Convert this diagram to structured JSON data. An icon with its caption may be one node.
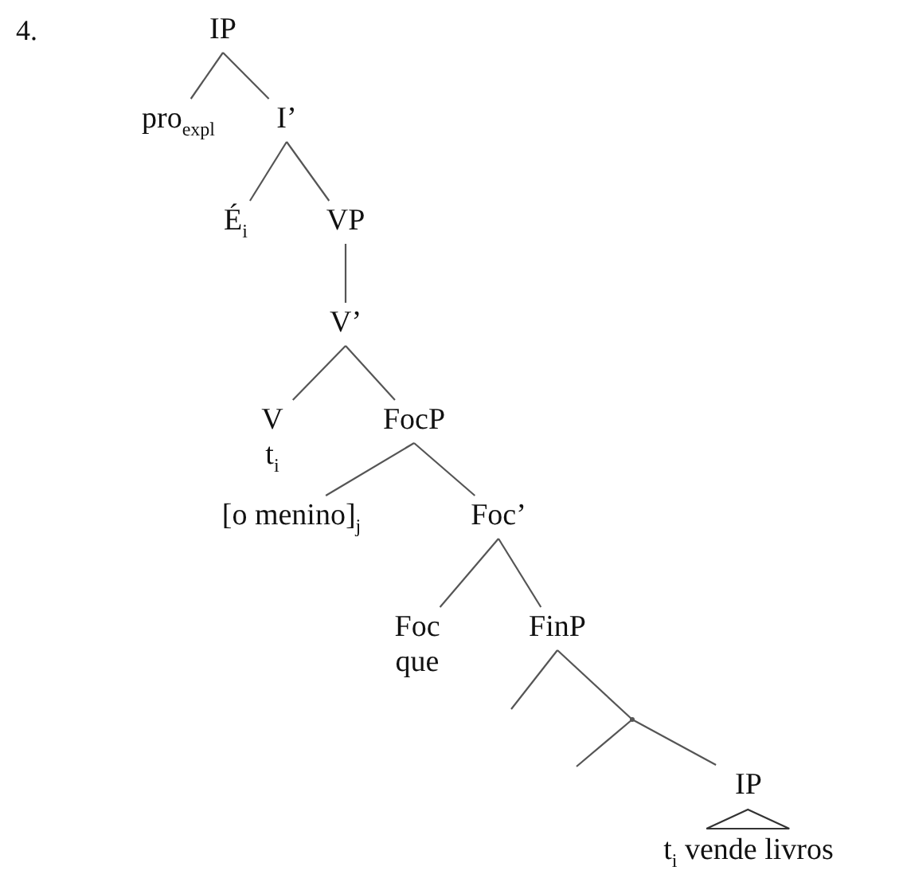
{
  "diagram": {
    "nodes": [
      {
        "text": [
          "IP"
        ]
      },
      {
        "text": [
          "pro$_{expl}$"
        ]
      },
      {
        "text": [
          "I’"
        ]
      },
      {
        "text": [
          "É$_{i}$"
        ]
      },
      {
        "text": [
          "VP"
        ]
      },
      {
        "text": [
          "V’"
        ]
      },
      {
        "text": [
          "V",
          "t$_{i}$"
        ]
      },
      {
        "text": [
          "FocP"
        ]
      },
      {
        "text": [
          "[o menino]$_{j}$"
        ]
      },
      {
        "text": [
          "Foc’"
        ]
      },
      {
        "text": [
          "Foc",
          "que"
        ]
      },
      {
        "text": [
          "FinP"
        ]
      },
      {
        "text": [],
        "shape": "point"
      },
      {
        "text": [
          "IP",
          "t$_{i}$ vende livros"
        ]
      }
    ],
    "edges": [
      {
        "from": 0,
        "to": 1,
        "arrow": "none"
      },
      {
        "from": 0,
        "to": 2,
        "arrow": "none"
      },
      {
        "from": 2,
        "to": 3,
        "arrow": "none"
      },
      {
        "from": 2,
        "to": 4,
        "arrow": "none"
      },
      {
        "from": 4,
        "to": 5,
        "arrow": "none"
      },
      {
        "from": 5,
        "to": 6,
        "arrow": "none"
      },
      {
        "from": 5,
        "to": 7,
        "arrow": "none"
      },
      {
        "from": 7,
        "to": 8,
        "arrow": "none"
      },
      {
        "from": 7,
        "to": 9,
        "arrow": "none"
      },
      {
        "from": 9,
        "to": 10,
        "arrow": "none"
      },
      {
        "from": 9,
        "to": 11,
        "arrow": "none"
      },
      {
        "from": 11,
        "to": null,
        "arrow": "none"
      },
      {
        "from": 11,
        "to": 12,
        "arrow": "none"
      },
      {
        "from": 12,
        "to": null,
        "arrow": "none"
      },
      {
        "from": 12,
        "to": 13,
        "arrow": "none"
      }
    ],
    "labels": [
      "4."
    ]
  }
}
